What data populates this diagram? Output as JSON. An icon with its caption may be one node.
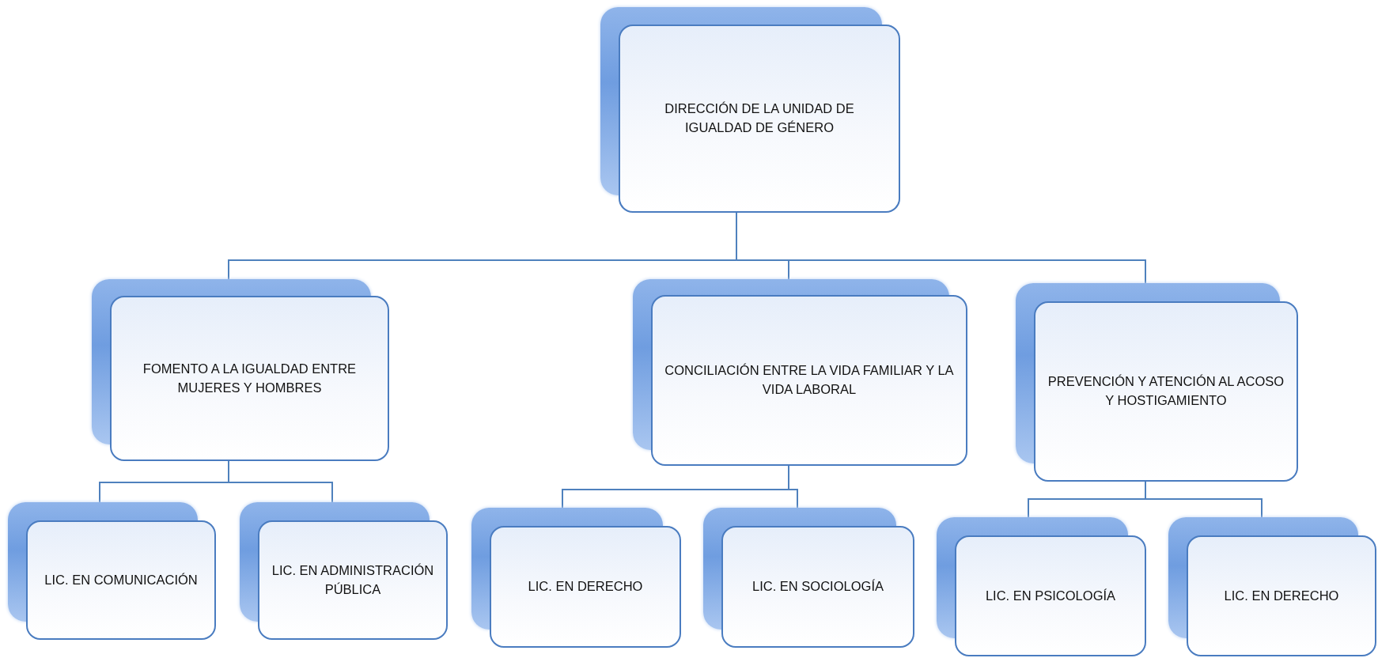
{
  "diagram": {
    "nodes": [
      {
        "text": [
          "DIRECCIÓN DE LA UNIDAD DE IGUALDAD DE GÉNERO"
        ]
      },
      {
        "text": [
          "FOMENTO A LA IGUALDAD ENTRE MUJERES Y HOMBRES"
        ]
      },
      {
        "text": [
          "CONCILIACIÓN ENTRE LA VIDA FAMILIAR Y LA VIDA LABORAL"
        ]
      },
      {
        "text": [
          "PREVENCIÓN Y ATENCIÓN AL ACOSO Y HOSTIGAMIENTO"
        ]
      },
      {
        "text": [
          "LIC. EN COMUNICACIÓN"
        ]
      },
      {
        "text": [
          "LIC. EN ADMINISTRACIÓN PÚBLICA"
        ]
      },
      {
        "text": [
          "LIC. EN DERECHO"
        ]
      },
      {
        "text": [
          "LIC. EN SOCIOLOGÍA"
        ]
      },
      {
        "text": [
          "LIC. EN PSICOLOGÍA"
        ]
      },
      {
        "text": [
          "LIC. EN DERECHO"
        ]
      }
    ],
    "edges": [
      {
        "from": 0,
        "to": 1,
        "arrow": "none"
      },
      {
        "from": 0,
        "to": 2,
        "arrow": "none"
      },
      {
        "from": 0,
        "to": 3,
        "arrow": "none"
      },
      {
        "from": 1,
        "to": 4,
        "arrow": "none"
      },
      {
        "from": 1,
        "to": 5,
        "arrow": "none"
      },
      {
        "from": 2,
        "to": 6,
        "arrow": "none"
      },
      {
        "from": 2,
        "to": 7,
        "arrow": "none"
      },
      {
        "from": 3,
        "to": 8,
        "arrow": "none"
      },
      {
        "from": 3,
        "to": 9,
        "arrow": "none"
      }
    ]
  }
}
